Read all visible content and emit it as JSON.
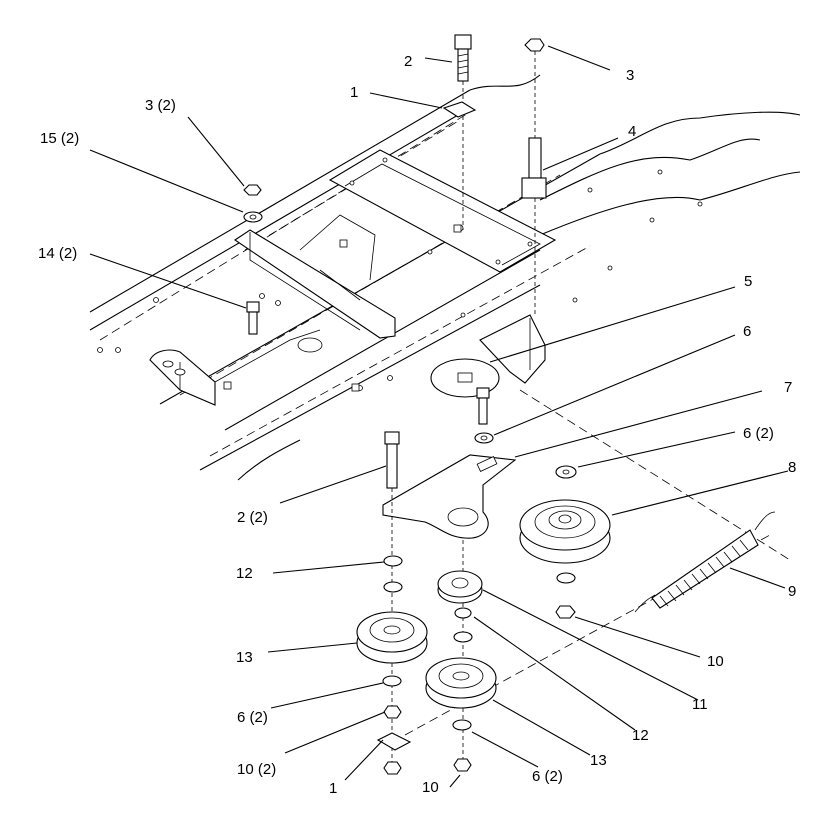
{
  "diagram": {
    "callouts": {
      "c1_top": "1",
      "c2_top": "2",
      "c3_top": "3",
      "c3_2": "3 (2)",
      "c15_2": "15 (2)",
      "c4": "4",
      "c14_2": "14 (2)",
      "c5": "5",
      "c6": "6",
      "c7": "7",
      "c6_2_right": "6 (2)",
      "c8": "8",
      "c2_2": "2 (2)",
      "c12_left": "12",
      "c9": "9",
      "c10_right": "10",
      "c13_left": "13",
      "c11": "11",
      "c6_2_left": "6 (2)",
      "c12_mid": "12",
      "c10_2": "10 (2)",
      "c13_mid": "13",
      "c1_bottom": "1",
      "c10_bottom": "10",
      "c6_2_bottom": "6 (2)"
    }
  }
}
